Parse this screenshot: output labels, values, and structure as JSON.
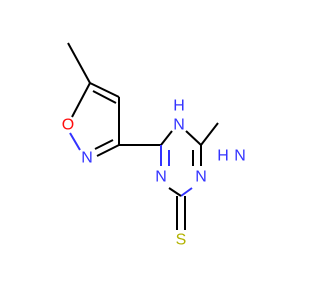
{
  "colors": {
    "carbon": "#000000",
    "nitrogen": "#3333ff",
    "oxygen": "#ff0d0d",
    "sulfur": "#b2b200",
    "background": "#ffffff"
  },
  "labels": {
    "ring_nitrogen_1": "N",
    "ring_oxygen": "O",
    "nh_hydrogen": "H",
    "nh_nitrogen": "N",
    "amine_hydrogen": "H",
    "amine_nitrogen": "N",
    "ring_nitrogen_2": "N",
    "ring_nitrogen_3": "N",
    "thione_sulfur": "S"
  }
}
